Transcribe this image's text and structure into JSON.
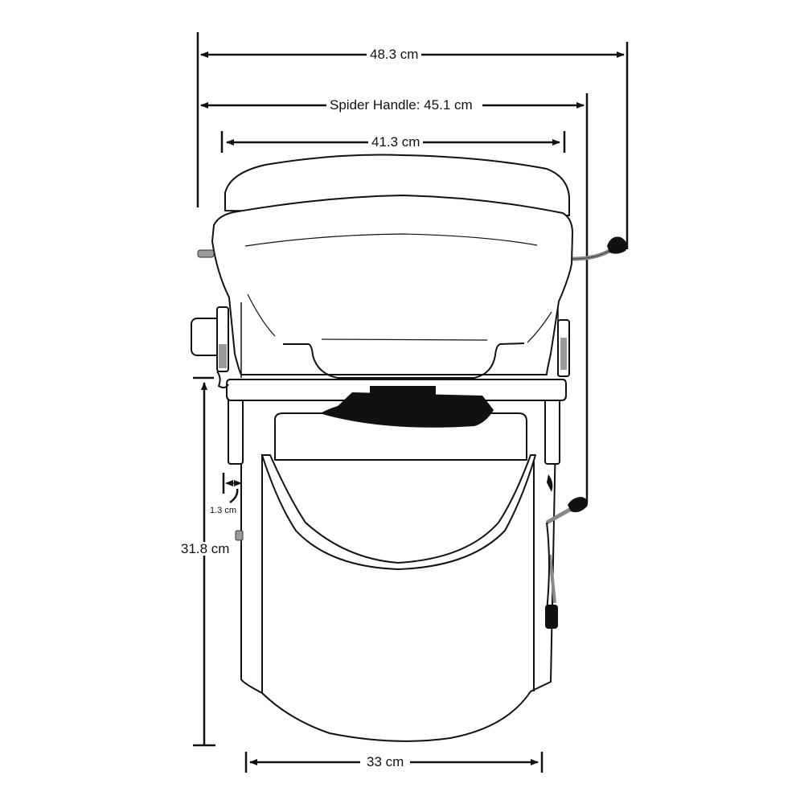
{
  "diagram": {
    "subject": "Composting toilet — front view with dimensions",
    "colors": {
      "stroke": "#111111",
      "fill": "#ffffff",
      "handle": "#1a1a1a",
      "metal": "#9a9a9a"
    },
    "dimensions": {
      "overall_width": {
        "label": "48.3 cm"
      },
      "spider_handle": {
        "label": "Spider Handle: 45.1 cm"
      },
      "seat_width": {
        "label": "41.3 cm"
      },
      "height": {
        "label": "31.8 cm"
      },
      "offset": {
        "label": "1.3 cm"
      },
      "base_width": {
        "label": "33 cm"
      }
    }
  }
}
